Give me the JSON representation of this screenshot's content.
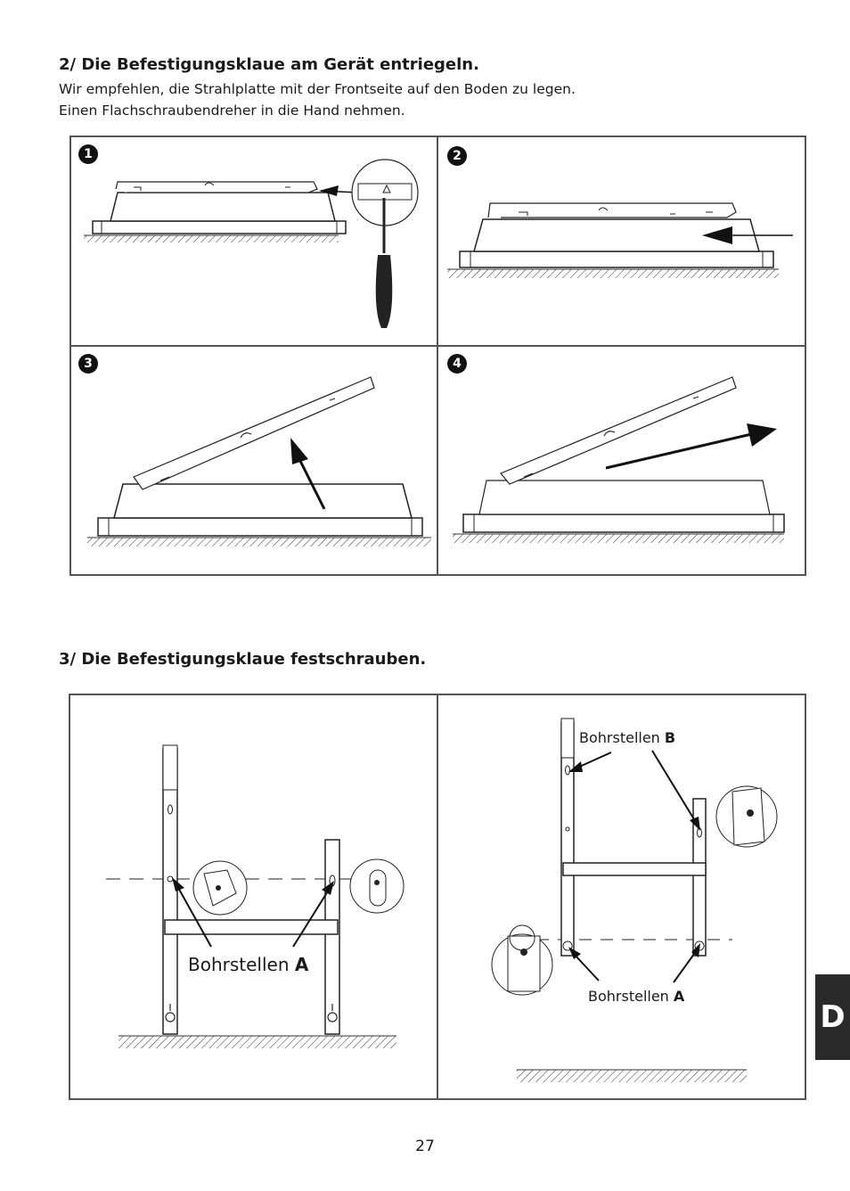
{
  "section2": {
    "heading": "2/ Die Befestigungsklaue am Gerät entriegeln.",
    "line1": "Wir empfehlen, die Strahlplatte mit der Frontseite auf den Boden zu legen.",
    "line2": "Einen Flachschraubendreher in die Hand nehmen."
  },
  "steps": [
    "1",
    "2",
    "3",
    "4"
  ],
  "section3": {
    "heading": "3/ Die Befestigungsklaue festschrauben.",
    "left_label_text": "Bohrstellen",
    "left_label_letter": "A",
    "right_label_b_text": "Bohrstellen",
    "right_label_b_letter": "B",
    "right_label_a_text": "Bohrstellen",
    "right_label_a_letter": "A"
  },
  "side_tab": "D",
  "page_number": "27"
}
